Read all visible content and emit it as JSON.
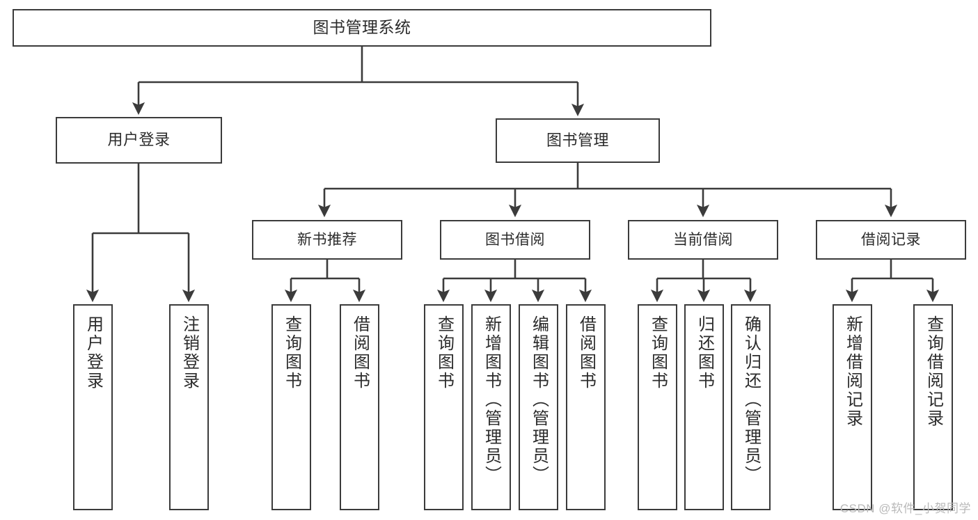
{
  "diagram": {
    "title": "图书管理系统",
    "type": "hierarchy-tree",
    "stroke_color": "#3b3b3b",
    "fill_color": "#ffffff",
    "text_color": "#2b2b2b"
  },
  "nodes": {
    "root": {
      "label": "图书管理系统"
    },
    "level1": [
      {
        "label": "用户登录"
      },
      {
        "label": "图书管理"
      }
    ],
    "level2": [
      {
        "label": "新书推荐"
      },
      {
        "label": "图书借阅"
      },
      {
        "label": "当前借阅"
      },
      {
        "label": "借阅记录"
      }
    ],
    "leaves": [
      {
        "label": "用户登录"
      },
      {
        "label": "注销登录"
      },
      {
        "label": "查询图书"
      },
      {
        "label": "借阅图书"
      },
      {
        "label": "查询图书"
      },
      {
        "label": "新增图书（管理员）"
      },
      {
        "label": "编辑图书（管理员）"
      },
      {
        "label": "借阅图书"
      },
      {
        "label": "查询图书"
      },
      {
        "label": "归还图书"
      },
      {
        "label": "确认归还（管理员）"
      },
      {
        "label": "新增借阅记录"
      },
      {
        "label": "查询借阅记录"
      }
    ]
  },
  "watermark": {
    "text": "CSDN @软件_小贺同学"
  }
}
